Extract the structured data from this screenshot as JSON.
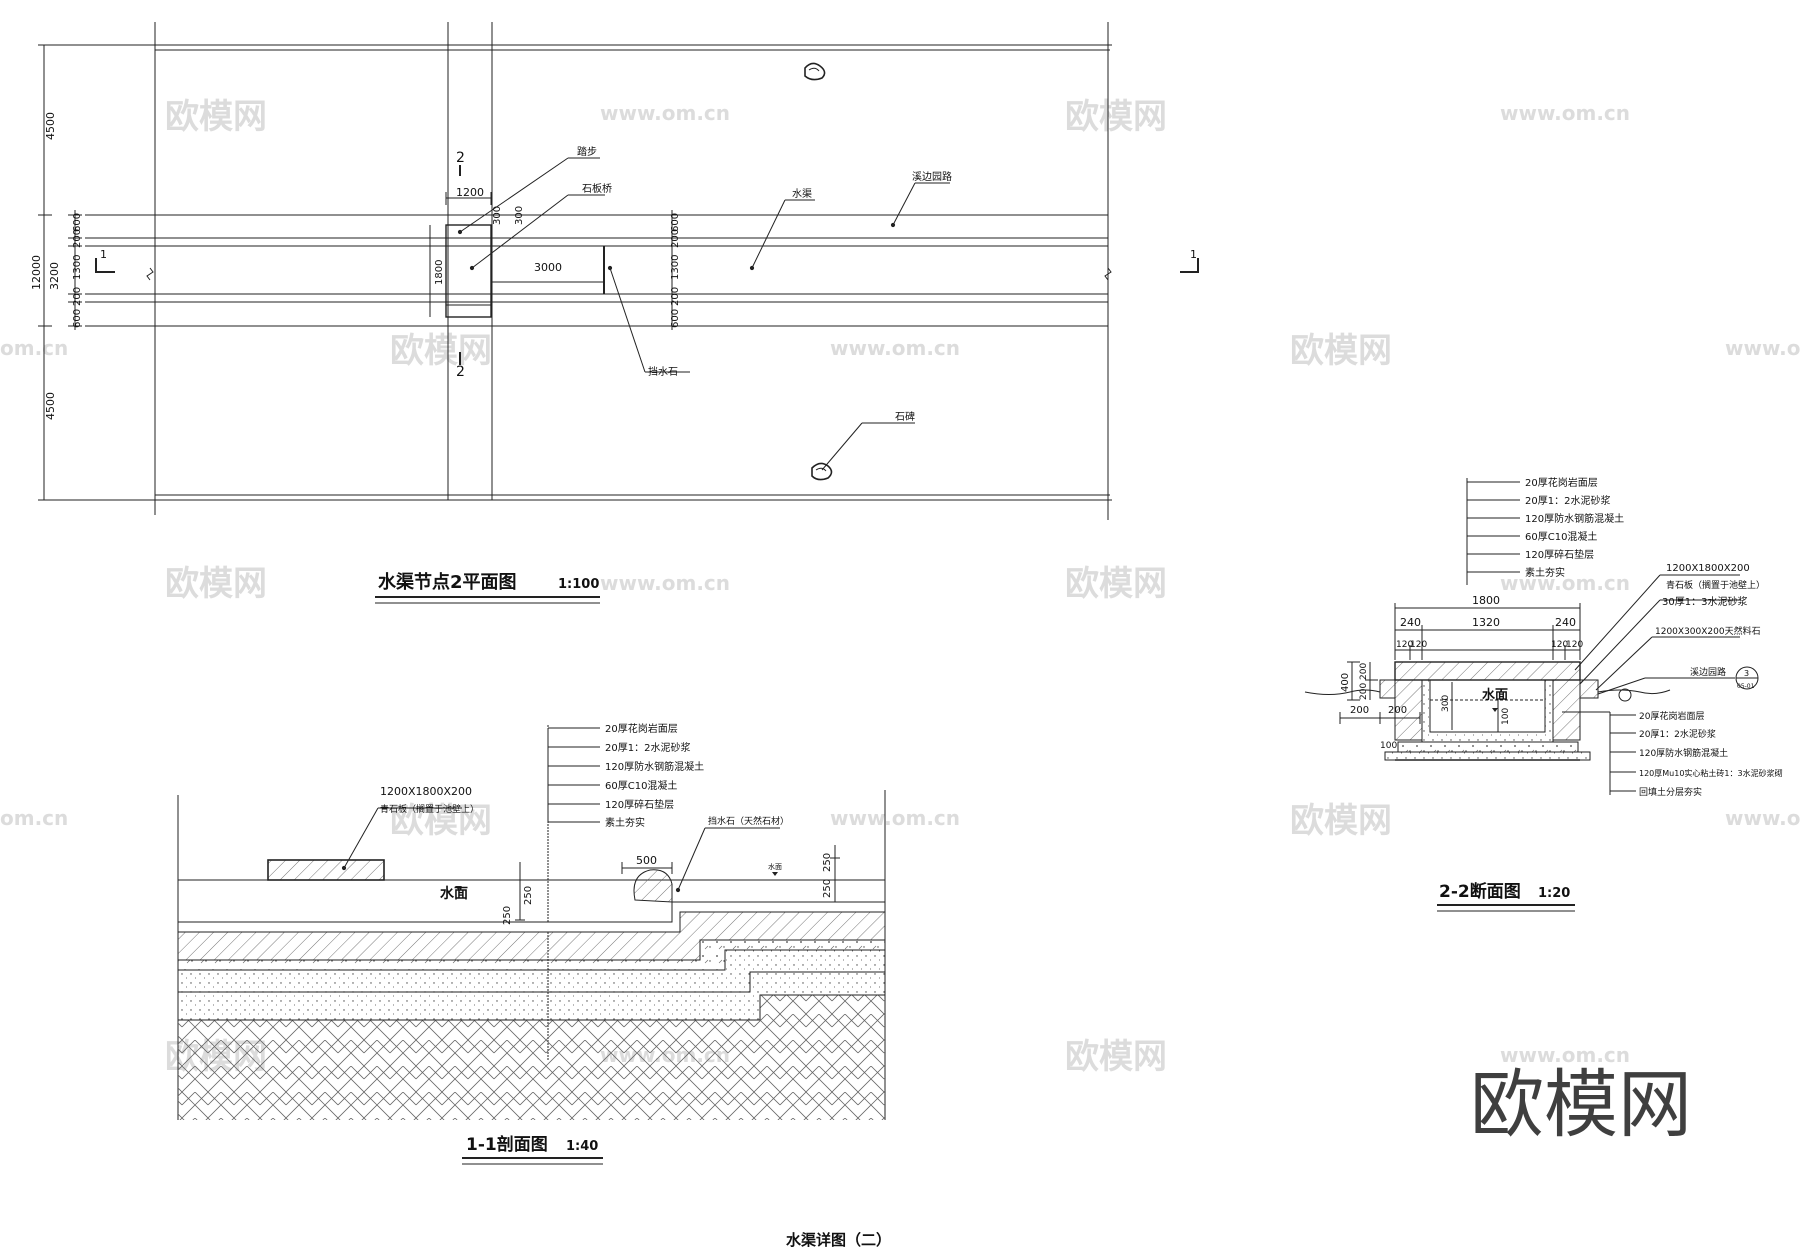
{
  "sheet_title": "水渠详图（二）",
  "watermark": {
    "site": "www.om.cn",
    "brand": "欧模网",
    "partial": "om.cn"
  },
  "plan": {
    "title": "水渠节点2平面图",
    "scale": "1:100",
    "dims_left": {
      "total": "12000",
      "top": "4500",
      "bottom": "4500",
      "mid": "3200",
      "d600a": "600",
      "d200a": "200",
      "d1300": "1300",
      "d200b": "200",
      "d600b": "600"
    },
    "dims_right": {
      "d600a": "600",
      "d200a": "200",
      "d1300": "1300",
      "d200b": "200",
      "d600b": "600"
    },
    "dim_1200": "1200",
    "dim_300a": "300",
    "dim_300b": "300",
    "dim_1800": "1800",
    "dim_3000": "3000",
    "section_mark_1": "1",
    "section_mark_2": "2",
    "labels": {
      "step": "踏步",
      "slab_bridge": "石板桥",
      "channel": "水渠",
      "path": "溪边园路",
      "weir": "挡水石",
      "stone": "石碑"
    }
  },
  "section11": {
    "title": "1-1剖面图",
    "scale": "1:40",
    "layers": [
      "20厚花岗岩面层",
      "20厚1：2水泥砂浆",
      "120厚防水钢筋混凝土",
      "60厚C10混凝土",
      "120厚碎石垫层",
      "素土夯实"
    ],
    "slab_size": "1200X1800X200",
    "slab_note": "青石板（搁置于池壁上）",
    "weir_note": "挡水石（天然石材）",
    "water": "水面",
    "water_small": "水面",
    "dim_500": "500",
    "dim_250a": "250",
    "dim_250b": "250",
    "dim_250c": "250"
  },
  "section22": {
    "title": "2-2断面图",
    "scale": "1:20",
    "layers_top": [
      "20厚花岗岩面层",
      "20厚1：2水泥砂浆",
      "120厚防水钢筋混凝土",
      "60厚C10混凝土",
      "120厚碎石垫层",
      "素土夯实"
    ],
    "right_notes": [
      "1200X1800X200",
      "青石板（搁置于池壁上）",
      "30厚1：3水泥砂浆",
      "1200X300X200天然料石",
      "溪边园路"
    ],
    "bottom_notes": [
      "20厚花岗岩面层",
      "20厚1：2水泥砂浆",
      "120厚防水钢筋混凝土",
      "120厚Mu10实心粘土砖1：3水泥砂浆砌",
      "回填土分层夯实"
    ],
    "dims": {
      "w1800": "1800",
      "w240a": "240",
      "w1320": "1320",
      "w240b": "240",
      "w120a": "120",
      "w120b": "120",
      "w120c": "120",
      "w120d": "120",
      "h400": "400",
      "h200a": "200",
      "h200b": "200",
      "h300": "300",
      "h100a": "100",
      "w200a": "200",
      "w200b": "200",
      "h100b": "100"
    },
    "water": "水面",
    "detail_ref_top": "3",
    "detail_ref_bottom": "05-01"
  }
}
